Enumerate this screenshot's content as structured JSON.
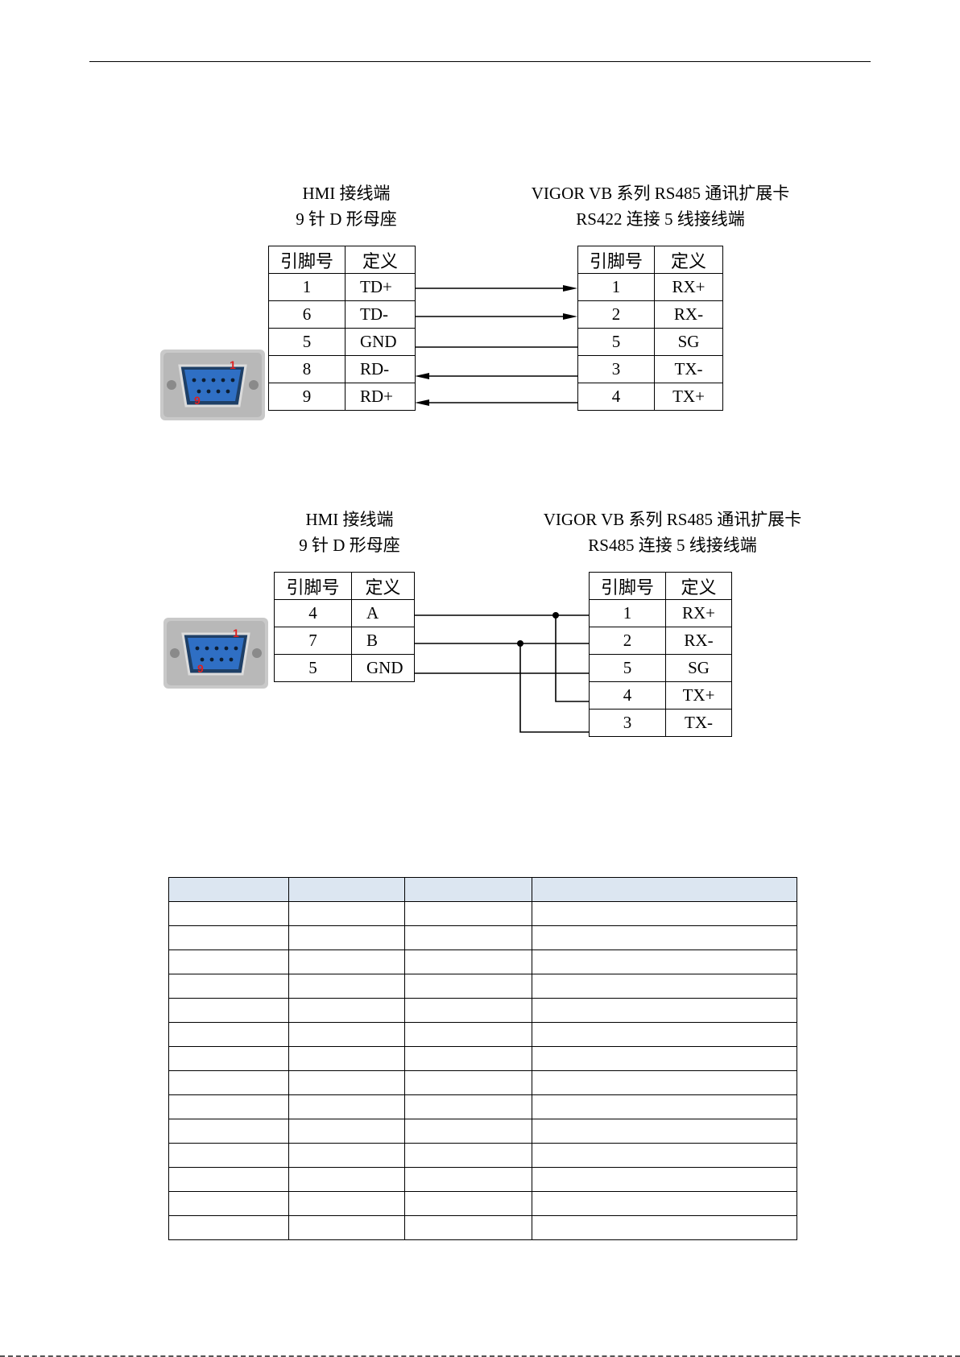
{
  "diagram1": {
    "left_title": [
      "HMI 接线端",
      "9 针 D 形母座"
    ],
    "right_title": [
      "VIGOR VB 系列 RS485 通讯扩展卡",
      "RS422 连接 5 线接线端"
    ],
    "left_header": [
      "引脚号",
      "定义"
    ],
    "right_header": [
      "引脚号",
      "定义"
    ],
    "left_rows": [
      [
        "1",
        "TD+"
      ],
      [
        "6",
        "TD-"
      ],
      [
        "5",
        "GND"
      ],
      [
        "8",
        "RD-"
      ],
      [
        "9",
        "RD+"
      ]
    ],
    "right_rows": [
      [
        "1",
        "RX+"
      ],
      [
        "2",
        "RX-"
      ],
      [
        "5",
        "SG"
      ],
      [
        "3",
        "TX-"
      ],
      [
        "4",
        "TX+"
      ]
    ],
    "connector_labels": [
      "1",
      "9"
    ]
  },
  "diagram2": {
    "left_title": [
      "HMI 接线端",
      "9 针 D 形母座"
    ],
    "right_title": [
      "VIGOR VB 系列 RS485 通讯扩展卡",
      "RS485 连接 5 线接线端"
    ],
    "left_header": [
      "引脚号",
      "定义"
    ],
    "right_header": [
      "引脚号",
      "定义"
    ],
    "left_rows": [
      [
        "4",
        "A"
      ],
      [
        "7",
        "B"
      ],
      [
        "5",
        "GND"
      ]
    ],
    "right_rows": [
      [
        "1",
        "RX+"
      ],
      [
        "2",
        "RX-"
      ],
      [
        "5",
        "SG"
      ],
      [
        "4",
        "TX+"
      ],
      [
        "3",
        "TX-"
      ]
    ],
    "connector_labels": [
      "1",
      "9"
    ]
  },
  "blank_table": {
    "columns": 4,
    "body_rows": 14
  },
  "colors": {
    "table_header_fill": "#dce6f1",
    "connector_blue": "#2f6fc4",
    "pin_number_red": "#e02020"
  }
}
